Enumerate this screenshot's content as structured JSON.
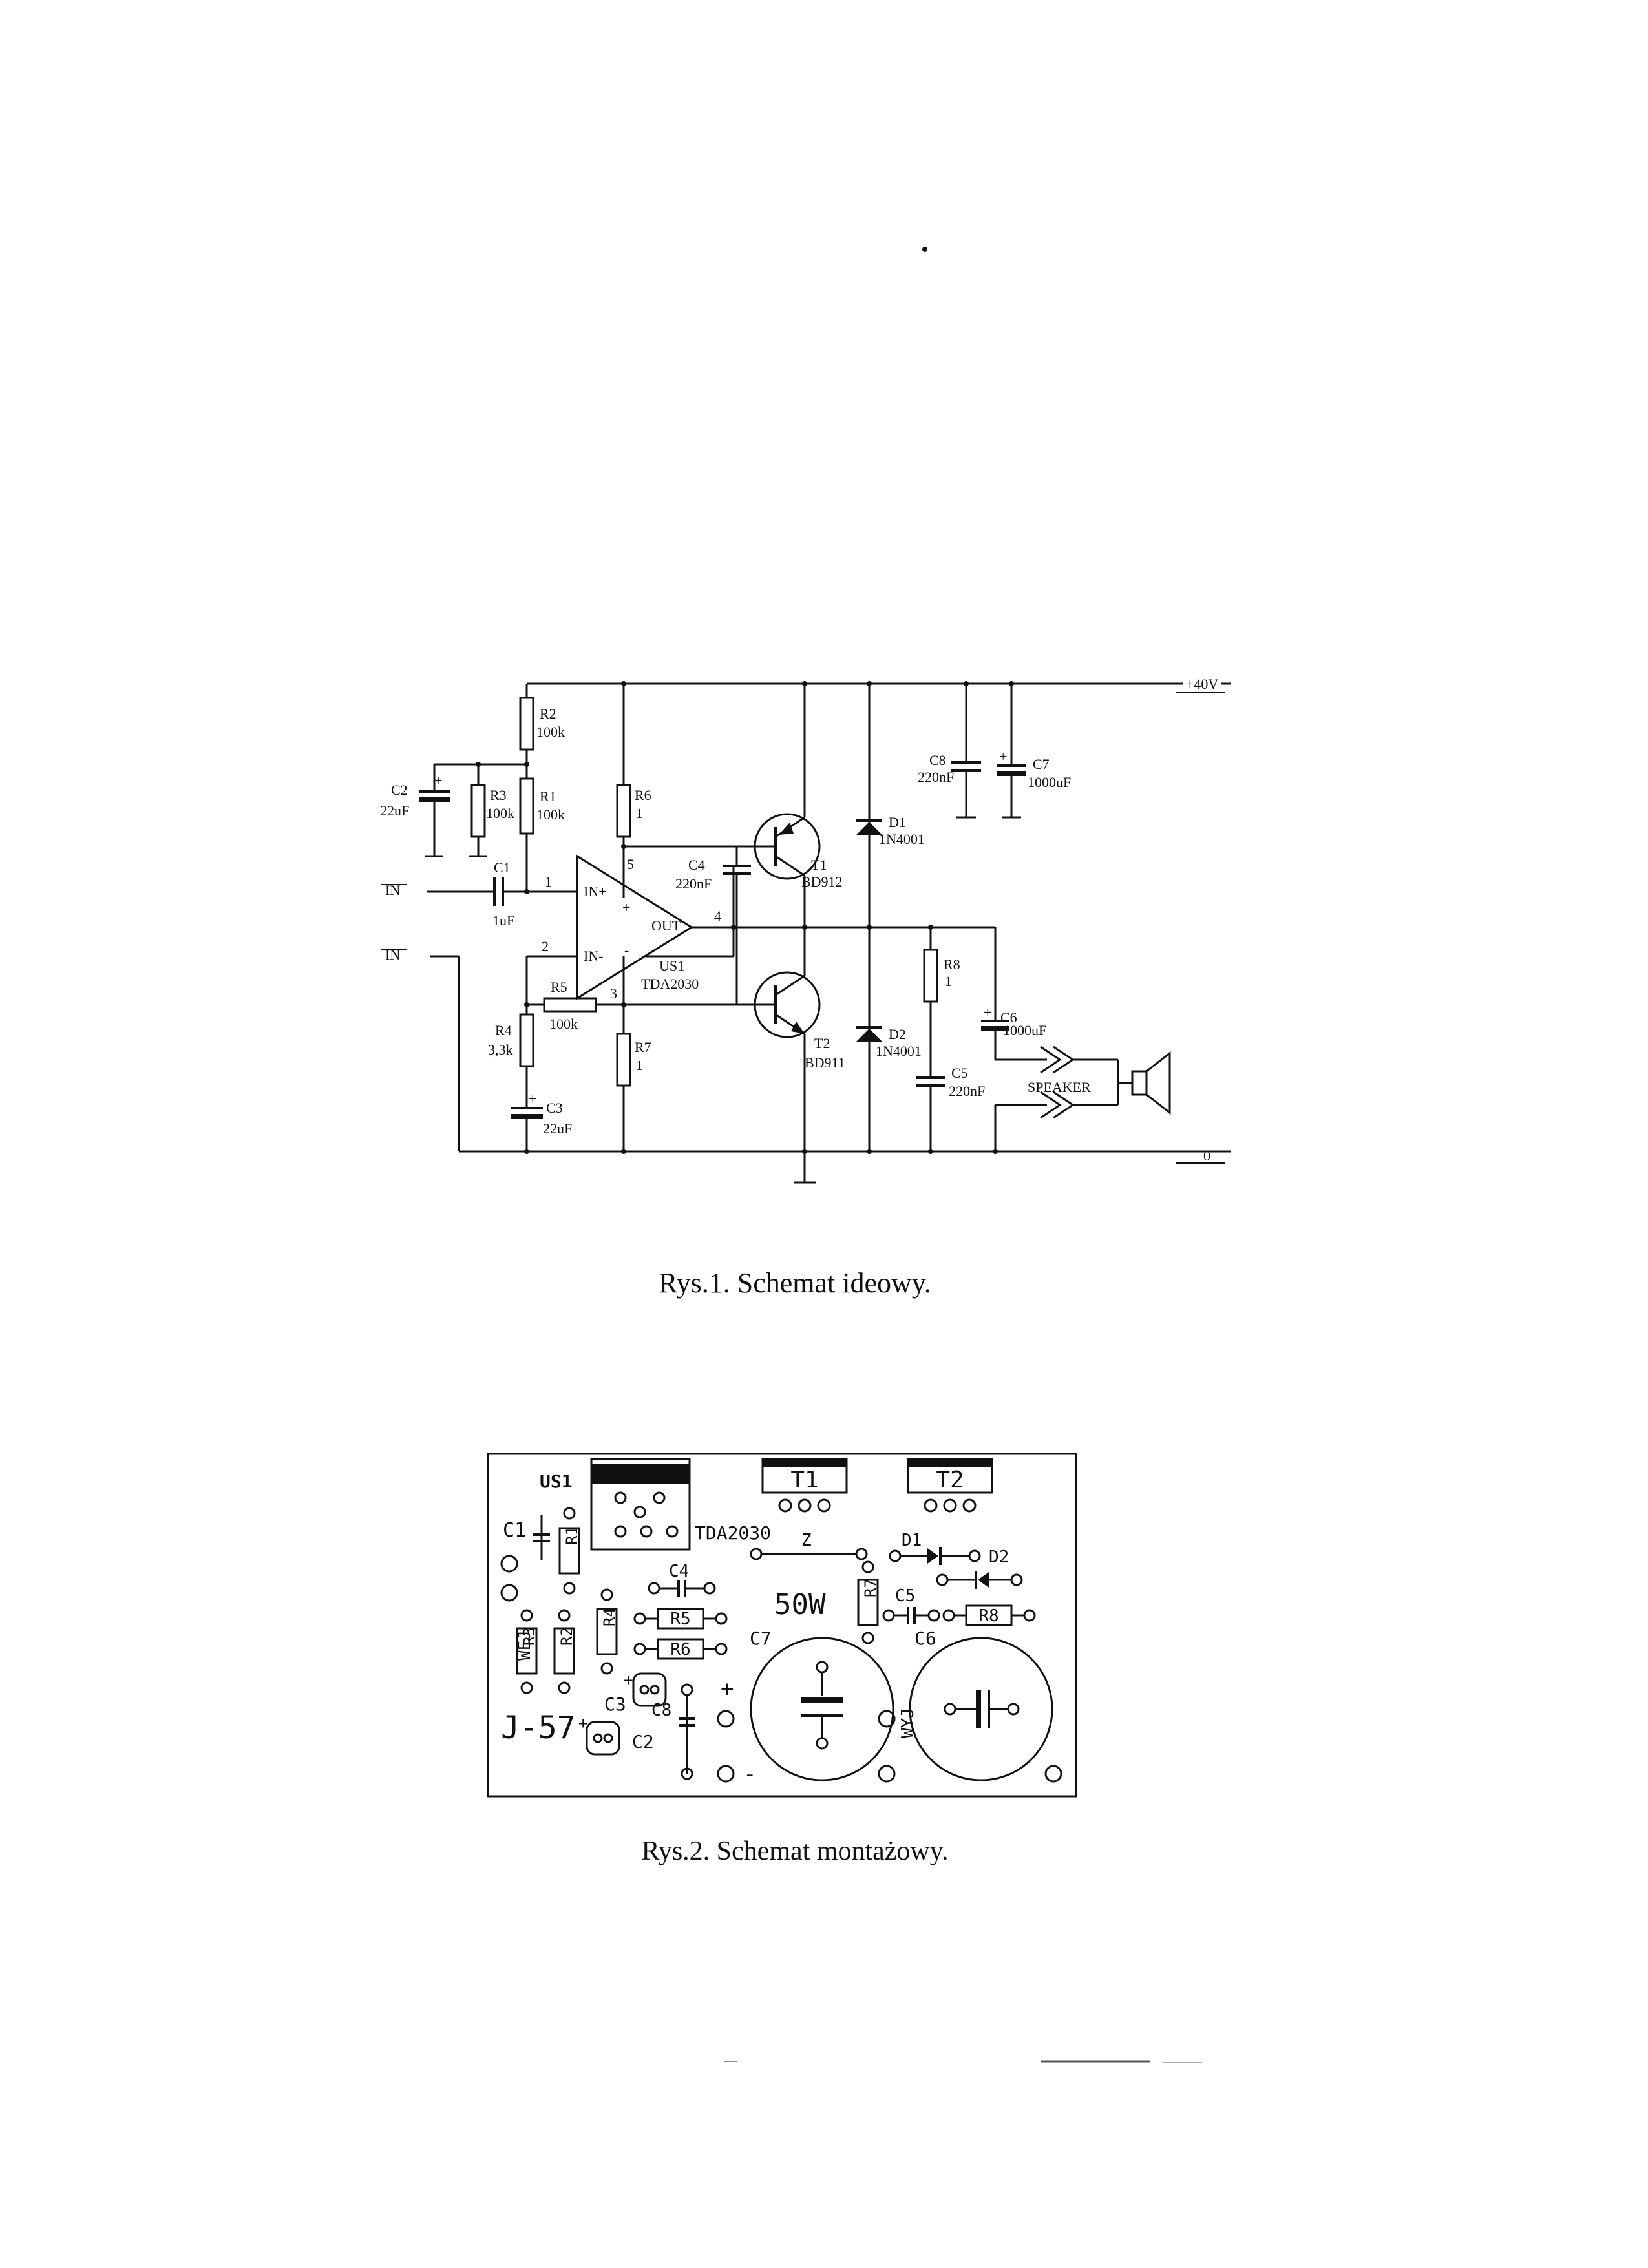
{
  "schematic": {
    "caption": "Rys.1. Schemat ideowy.",
    "rails": {
      "positive": "+40V",
      "ground": "0"
    },
    "inputs": [
      "IN",
      "IN"
    ],
    "components": {
      "R2": {
        "name": "R2",
        "value": "100k"
      },
      "R3": {
        "name": "R3",
        "value": "100k"
      },
      "R1": {
        "name": "R1",
        "value": "100k"
      },
      "C2": {
        "name": "C2",
        "value": "22uF"
      },
      "R6": {
        "name": "R6",
        "value": "1"
      },
      "C1": {
        "name": "C1",
        "value": "1uF"
      },
      "C4": {
        "name": "C4",
        "value": "220nF"
      },
      "T1": {
        "name": "T1",
        "value": "BD912"
      },
      "T2": {
        "name": "T2",
        "value": "BD911"
      },
      "D1": {
        "name": "D1",
        "value": "1N4001"
      },
      "D2": {
        "name": "D2",
        "value": "1N4001"
      },
      "C8": {
        "name": "C8",
        "value": "220nF"
      },
      "C7": {
        "name": "C7",
        "value": "1000uF"
      },
      "US1": {
        "name": "US1",
        "value": "TDA2030"
      },
      "R5": {
        "name": "R5",
        "value": "100k"
      },
      "R4": {
        "name": "R4",
        "value": "3,3k"
      },
      "C3": {
        "name": "C3",
        "value": "22uF"
      },
      "R7": {
        "name": "R7",
        "value": "1"
      },
      "R8": {
        "name": "R8",
        "value": "1"
      },
      "C6": {
        "name": "C6",
        "value": "1000uF"
      },
      "C5": {
        "name": "C5",
        "value": "220nF"
      }
    },
    "opamp": {
      "in_plus": "IN+",
      "in_minus": "IN-",
      "out": "OUT",
      "plus": "+",
      "minus": "-"
    },
    "pins": {
      "p1": "1",
      "p2": "2",
      "p3": "3",
      "p4": "4",
      "p5": "5"
    },
    "speaker": "SPEAKER"
  },
  "assembly": {
    "caption": "Rys.2. Schemat montażowy.",
    "labels": {
      "us1": "US1",
      "tda": "TDA2030",
      "t1": "T1",
      "t2": "T2",
      "c1": "C1",
      "r1": "R1",
      "c4": "C4",
      "r5": "R5",
      "r6": "R6",
      "r4": "R4",
      "r3": "R3",
      "r2": "R2",
      "wej": "WEJ",
      "c3": "C3",
      "c8": "C8",
      "c2": "C2",
      "j57": "J-57",
      "z": "Z",
      "d1": "D1",
      "d2": "D2",
      "r7": "R7",
      "c5": "C5",
      "r8": "R8",
      "power": "50W",
      "c7": "C7",
      "c6": "C6",
      "wyj": "WYJ",
      "plus": "+",
      "minus": "-"
    }
  }
}
